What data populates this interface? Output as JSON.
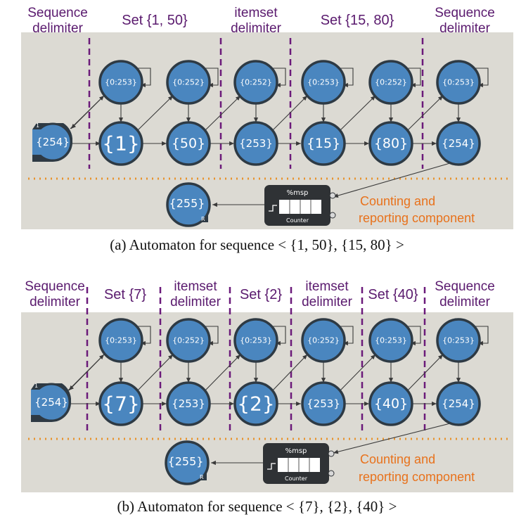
{
  "panels": [
    {
      "id": "a",
      "headers": {
        "seq_start": [
          "Sequence",
          "delimiter"
        ],
        "set1": "Set {1, 50}",
        "itemset": [
          "itemset",
          "delimiter"
        ],
        "set2": "Set {15, 80}",
        "seq_end": [
          "Sequence",
          "delimiter"
        ]
      },
      "nodes": {
        "start": "{254}",
        "start_tag": "1",
        "top": [
          "{0:253}",
          "{0:252}",
          "{0:252}",
          "{0:253}",
          "{0:252}",
          "{0:253}"
        ],
        "bottom": [
          "{1}",
          "{50}",
          "{253}",
          "{15}",
          "{80}",
          "{254}"
        ],
        "report": "{255}",
        "report_tag": "R"
      },
      "counter": {
        "top": "%msp",
        "bottom": "Counter"
      },
      "component_label": [
        "Counting and",
        "reporting component"
      ],
      "caption": "(a) Automaton for sequence < {1, 50}, {15, 80} >"
    },
    {
      "id": "b",
      "headers": {
        "seq_start": [
          "Sequence",
          "delimiter"
        ],
        "set1": "Set {7}",
        "itemset1": [
          "itemset",
          "delimiter"
        ],
        "set2": "Set {2}",
        "itemset2": [
          "itemset",
          "delimiter"
        ],
        "set3": "Set {40}",
        "seq_end": [
          "Sequence",
          "delimiter"
        ]
      },
      "nodes": {
        "start": "{254}",
        "start_tag": "1",
        "top": [
          "{0:253}",
          "{0:252}",
          "{0:253}",
          "{0:252}",
          "{0:253}",
          "{0:253}"
        ],
        "bottom": [
          "{7}",
          "{253}",
          "{2}",
          "{253}",
          "{40}",
          "{254}"
        ],
        "report": "{255}",
        "report_tag": "R"
      },
      "counter": {
        "top": "%msp",
        "bottom": "Counter"
      },
      "component_label": [
        "Counting and",
        "reporting component"
      ],
      "caption": "(b) Automaton for sequence < {7}, {2}, {40} >"
    }
  ],
  "colors": {
    "background": "#dcdad3",
    "node_fill": "#4a86bf",
    "node_border": "#2e3a44",
    "delimiter_line": "#6b1a7a",
    "dotted_line": "#e8932c",
    "header_text": "#5a1a6e",
    "orange_text": "#e8721c"
  }
}
